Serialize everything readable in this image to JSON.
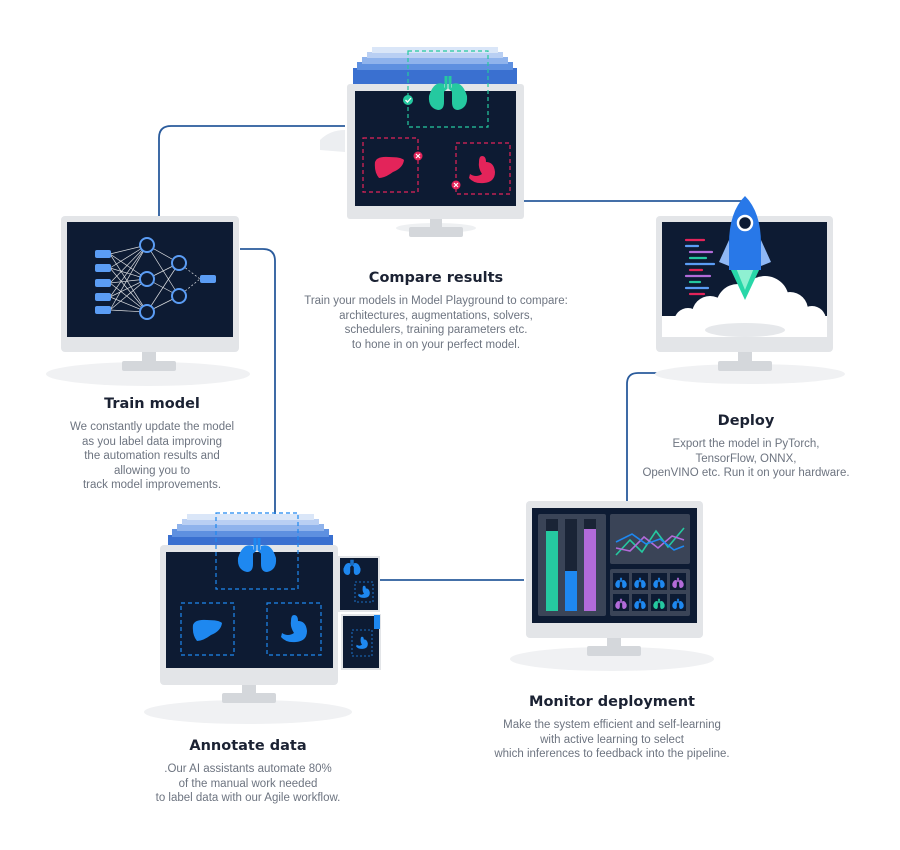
{
  "steps": {
    "compare": {
      "title": "Compare results",
      "lines": [
        "Train your models in Model Playground to compare:",
        "architectures, augmentations, solvers,",
        "schedulers, training parameters etc.",
        "to hone in on your perfect model."
      ]
    },
    "train": {
      "title": "Train model",
      "lines": [
        "We constantly update the model",
        "as you label data improving",
        "the automation results and",
        "allowing you to",
        "track model improvements."
      ]
    },
    "deploy": {
      "title": "Deploy",
      "lines": [
        "Export the model in PyTorch,",
        "TensorFlow, ONNX,",
        "OpenVINO etc. Run it on your hardware."
      ]
    },
    "monitor": {
      "title": "Monitor deployment",
      "lines": [
        "Make the system efficient and self-learning",
        "with active learning to select",
        "which inferences to feedback into the pipeline."
      ]
    },
    "annotate": {
      "title": "Annotate data",
      "lines": [
        ".Our AI assistants automate 80%",
        "of the manual work needed",
        "to label data with our Agile workflow."
      ]
    }
  },
  "colors": {
    "screen": "#0d1b33",
    "bezel": "#e3e5e8",
    "connector": "#2a5b9c",
    "blue": "#1e88f0",
    "green": "#25c9a0",
    "red": "#e3245a",
    "purple": "#b26bd9"
  },
  "icons": [
    "lungs-icon",
    "liver-icon",
    "stomach-icon",
    "check-icon",
    "close-icon",
    "rocket-icon",
    "neural-network-icon",
    "line-chart-icon"
  ]
}
